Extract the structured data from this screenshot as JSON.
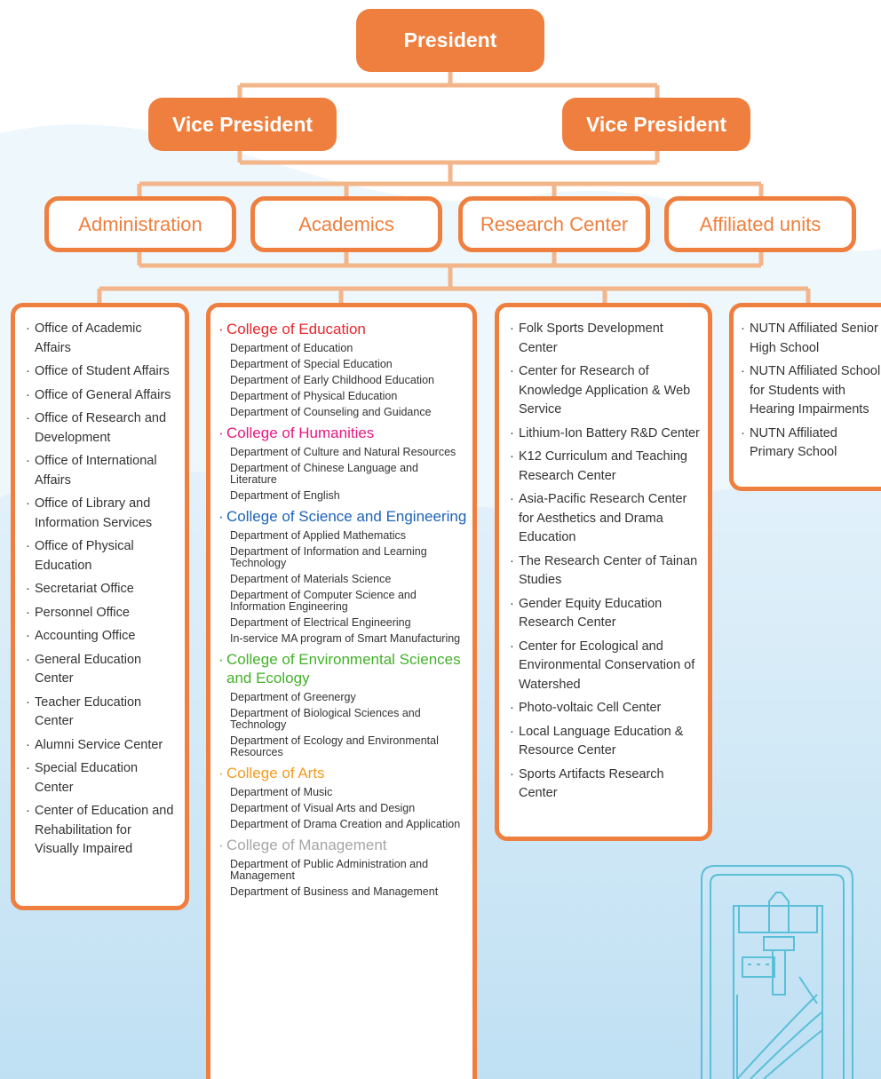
{
  "top": {
    "president": "President",
    "vice_presidents": [
      "Vice President",
      "Vice President"
    ]
  },
  "divisions": [
    "Administration",
    "Academics",
    "Research Center",
    "Affiliated units"
  ],
  "administration": [
    "Office of Academic Affairs",
    "Office of Student Affairs",
    "Office of General Affairs",
    "Office of Research and Development",
    "Office of International Affairs",
    "Office of Library and Information Services",
    "Office of Physical Education",
    "Secretariat Office",
    "Personnel Office",
    "Accounting Office",
    "General Education Center",
    "Teacher Education Center",
    "Alumni Service Center",
    "Special Education Center",
    "Center of Education and Rehabilitation for Visually Impaired"
  ],
  "colleges": [
    {
      "name": "College of Education",
      "color": "#e8262b",
      "departments": [
        "Department of Education",
        "Department of Special Education",
        "Department of Early Childhood Education",
        "Department of Physical Education",
        "Department of Counseling and Guidance"
      ]
    },
    {
      "name": "College of Humanities",
      "color": "#e5187f",
      "departments": [
        "Department of Culture and Natural Resources",
        "Department of Chinese Language and Literature",
        "Department of English"
      ]
    },
    {
      "name": "College of Science and Engineering",
      "color": "#1c63b7",
      "departments": [
        "Department of Applied Mathematics",
        "Department of Information and Learning Technology",
        "Department of Materials Science",
        "Department of Computer Science and Information Engineering",
        "Department of Electrical Engineering",
        "In-service MA program of Smart Manufacturing"
      ]
    },
    {
      "name": "College of Environmental Sciences and Ecology",
      "color": "#43b02a",
      "departments": [
        "Department of Greenergy",
        "Department of Biological Sciences and Technology",
        "Department of Ecology and Environmental Resources"
      ]
    },
    {
      "name": "College of Arts",
      "color": "#f39a1e",
      "departments": [
        "Department of Music",
        "Department of Visual Arts and Design",
        "Department of Drama Creation and Application"
      ]
    },
    {
      "name": "College of Management",
      "color": "#a6a6a6",
      "departments": [
        "Department of Public Administration and Management",
        "Department of Business and Management"
      ]
    }
  ],
  "research_centers": [
    "Folk Sports Development Center",
    "Center for Research of Knowledge Application & Web Service",
    "Lithium-Ion Battery R&D Center",
    "K12 Curriculum and Teaching Research Center",
    "Asia-Pacific Research Center for Aesthetics and Drama Education",
    "The Research Center of Tainan Studies",
    "Gender Equity Education Research Center",
    "Center for Ecological and Environmental Conservation of Watershed",
    "Photo-voltaic Cell Center",
    "Local Language Education & Resource Center",
    "Sports Artifacts Research Center"
  ],
  "affiliated_units": [
    "NUTN Affiliated Senior High School",
    "NUTN Affiliated School for Students with Hearing Impairments",
    "NUTN Affiliated Primary School"
  ],
  "colors": {
    "accent": "#ef7f3e",
    "connector": "#f3b58a",
    "background_blue": "#cfe7f6",
    "building_line": "#5bbfd8"
  },
  "icons": {
    "building": "building-illustration"
  }
}
